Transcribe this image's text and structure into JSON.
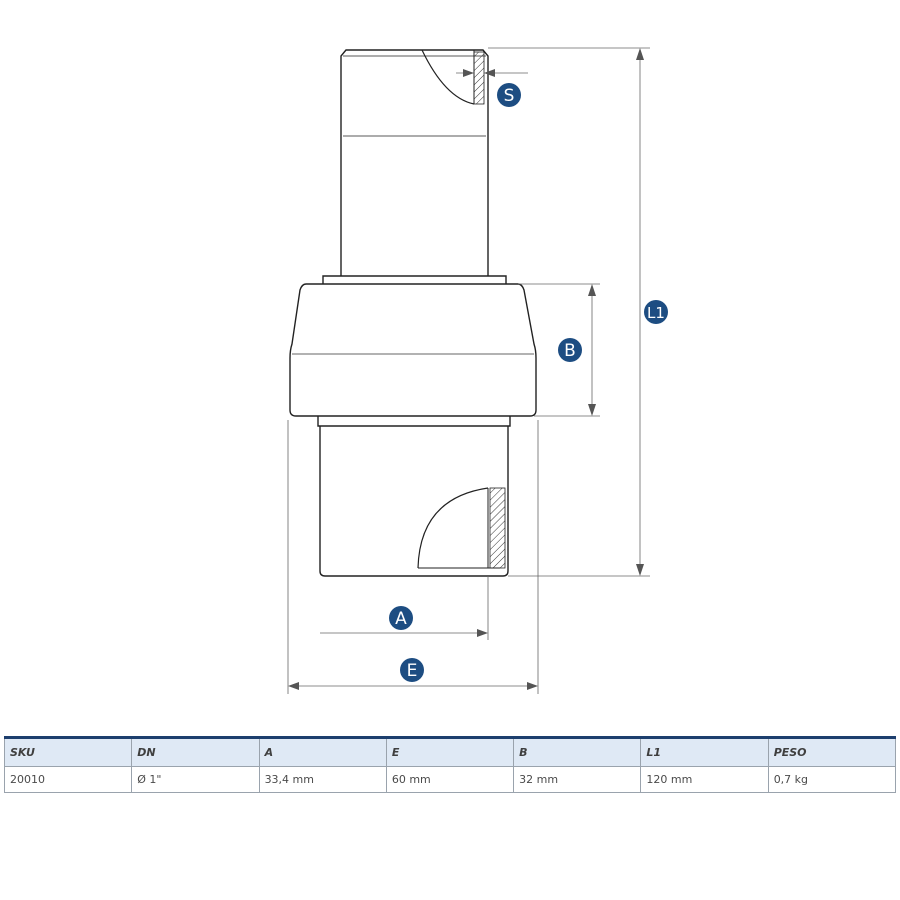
{
  "labels": {
    "S": "S",
    "L1": "L1",
    "B": "B",
    "A": "A",
    "E": "E"
  },
  "colors": {
    "badge": "#1d4d82",
    "outline": "#222222",
    "dimension": "#666666",
    "table_header_bg": "#dfe9f5",
    "table_top_border": "#1d3f6e"
  },
  "table": {
    "headers": [
      "SKU",
      "DN",
      "A",
      "E",
      "B",
      "L1",
      "PESO"
    ],
    "rows": [
      [
        "20010",
        "Ø 1\"",
        "33,4 mm",
        "60 mm",
        "32 mm",
        "120 mm",
        "0,7 kg"
      ]
    ]
  }
}
